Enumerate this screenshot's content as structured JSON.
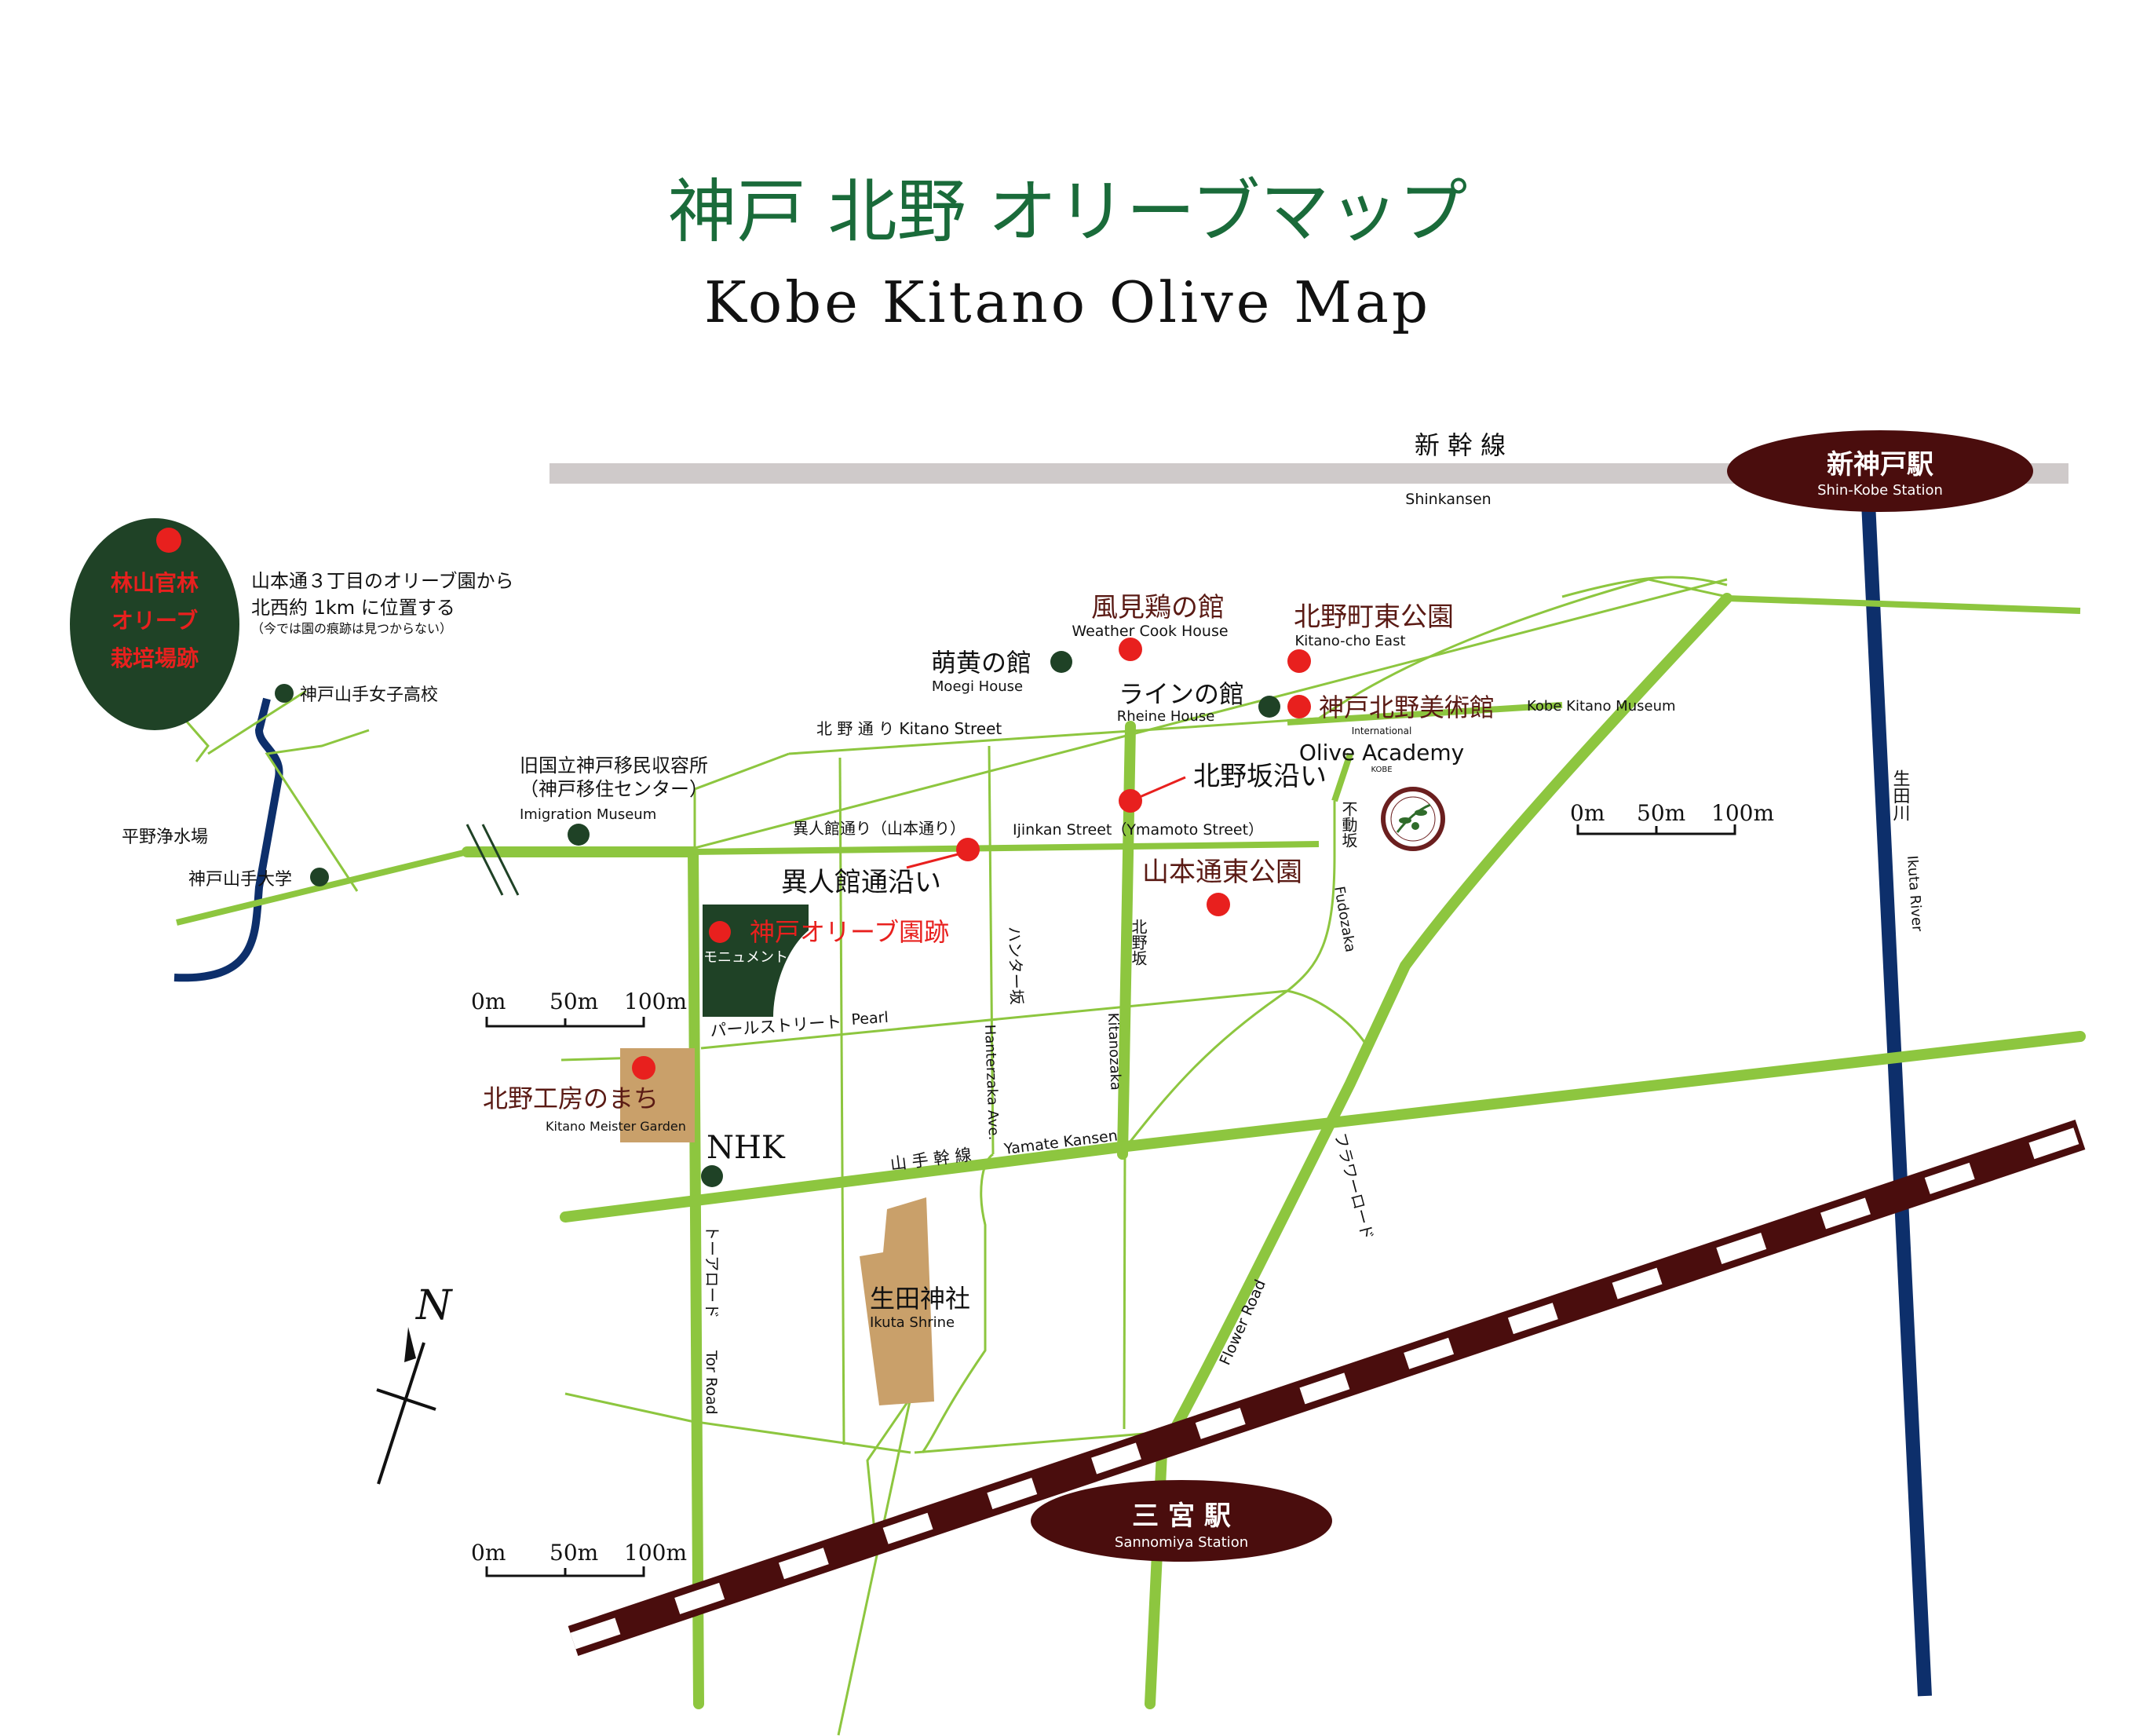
{
  "title": {
    "jp": "神戸 北野 オリーブマップ",
    "en": "Kobe Kitano Olive Map"
  },
  "colors": {
    "main_road": "#8dc63f",
    "minor_road": "#8dc63f",
    "river": "#0d2f6b",
    "railway": "#4a0d0d",
    "shinkansen": "#cfcaca",
    "poi_green": "#1f4226",
    "poi_red": "#e8201e",
    "building": "#c9a06a",
    "title_green": "#1a6b3a",
    "station_fill": "#4a0d0d"
  },
  "shinkansen": {
    "jp": "新 幹 線",
    "en": "Shinkansen"
  },
  "stations": {
    "shin_kobe": {
      "jp": "新神戸駅",
      "en": "Shin-Kobe Station"
    },
    "sannomiya": {
      "jp": "三 宮 駅",
      "en": "Sannomiya Station"
    }
  },
  "forest_site": {
    "lines": [
      "林山官林",
      "オリーブ",
      "栽培場跡"
    ],
    "note_lines": [
      "山本通３丁目のオリーブ園から",
      "北西約 1km に位置する",
      "（今では園の痕跡は見つからない）"
    ]
  },
  "streets": {
    "kitano": "北 野 通 り Kitano Street",
    "ijinkan_jp": "異人館通り（山本通り）",
    "ijinkan_en": "Ijinkan Street（Ymamoto Street）",
    "pearl_jp": "パールストリート",
    "pearl_en": "Pearl",
    "yamate_jp": "山 手 幹 線",
    "yamate_en": "Yamate Kansen",
    "hunter_jp": "ハンター坂",
    "hunter_en": "Hanterzaka Ave.",
    "kitanozaka_jp": "北野坂",
    "kitanozaka_en": "Kitanozaka",
    "fudozaka_jp": "不動坂",
    "fudozaka_en": "Fudozaka",
    "tor_jp": "トーアロード",
    "tor_en": "Tor Road",
    "flower_jp": "フラワーロード",
    "flower_en": "Flower Road",
    "ikuta_river_jp": "生田川",
    "ikuta_river_en": "Ikuta River"
  },
  "places": {
    "kazamidori": {
      "jp": "風見鶏の館",
      "en": "Weather Cook House"
    },
    "kitano_east_park": {
      "jp": "北野町東公園",
      "en": "Kitano-cho East"
    },
    "moegi": {
      "jp": "萌黄の館",
      "en": "Moegi House"
    },
    "rhine": {
      "jp": "ラインの館",
      "en": "Rheine House"
    },
    "museum": {
      "jp": "神戸北野美術館",
      "en": "Kobe Kitano Museum"
    },
    "olive_academy": {
      "small": "International",
      "name": "Olive Academy",
      "sub": "KOBE"
    },
    "kitanozaka_along": "北野坂沿い",
    "yamamoto_east_park": "山本通東公園",
    "ijinkan_along": "異人館通沿い",
    "olive_garden_ruins": "神戸オリーブ園跡",
    "monument": "モニュメント",
    "kobo": {
      "jp": "北野工房のまち",
      "en": "Kitano Meister Garden"
    },
    "nhk": "NHK",
    "ikuta_shrine": {
      "jp": "生田神社",
      "en": "Ikuta Shrine"
    },
    "immigration": {
      "line1": "旧国立神戸移民収容所",
      "line2": "（神戸移住センター）",
      "en": "Imigration Museum"
    },
    "girls_school": "神戸山手女子高校",
    "water_plant": "平野浄水場",
    "university": "神戸山手大学"
  },
  "scale": {
    "labels": [
      "0m",
      "50m",
      "100m"
    ]
  },
  "compass": "N"
}
